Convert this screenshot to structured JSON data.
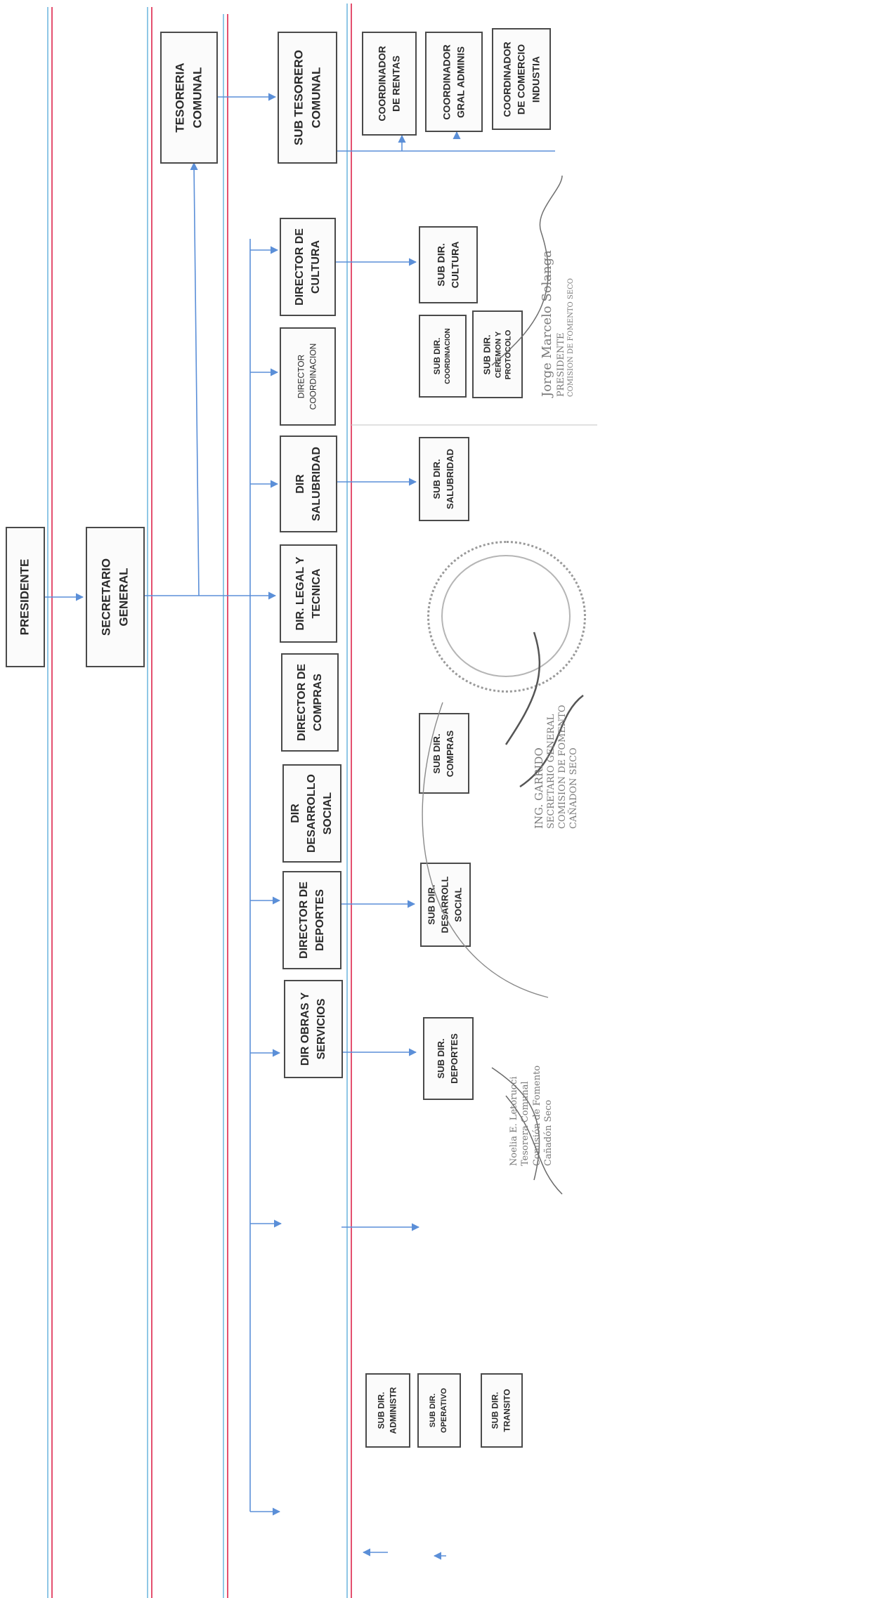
{
  "boxes": {
    "presidente": "PRESIDENTE",
    "secretario": [
      "SECRETARIO",
      "GENERAL"
    ],
    "tesoreria": [
      "TESORERIA",
      "COMUNAL"
    ],
    "sub_tesorero": [
      "SUB TESORERO",
      "COMUNAL"
    ],
    "coord_rentas": [
      "COORDINADOR",
      "DE RENTAS"
    ],
    "coord_gral": [
      "COORDINADOR",
      "GRAL ADMINIS"
    ],
    "coord_comercio": [
      "COORDINADOR",
      "DE COMERCIO",
      "INDUSTIA"
    ],
    "dir_cultura": [
      "DIRECTOR DE",
      "CULTURA"
    ],
    "sub_cultura": [
      "SUB DIR.",
      "CULTURA"
    ],
    "dir_coordinacion": [
      "DIRECTOR",
      "COORDINACION"
    ],
    "sub_coordinacion": [
      "SUB DIR.",
      "COORDINACION"
    ],
    "sub_ceremon": [
      "SUB DIR.",
      "CEREMON Y",
      "PROTOCOLO"
    ],
    "dir_salubridad": [
      "DIR",
      "SALUBRIDAD"
    ],
    "sub_salubridad": [
      "SUB DIR.",
      "SALUBRIDAD"
    ],
    "dir_legal": [
      "DIR. LEGAL Y",
      "TECNICA"
    ],
    "dir_compras": [
      "DIRECTOR DE",
      "COMPRAS"
    ],
    "sub_compras": [
      "SUB DIR.",
      "COMPRAS"
    ],
    "dir_desarrollo": [
      "DIR",
      "DESARROLLO",
      "SOCIAL"
    ],
    "sub_desarrollo": [
      "SUB DIR.",
      "DESARROLL",
      "SOCIAL"
    ],
    "dir_deportes": [
      "DIRECTOR DE",
      "DEPORTES"
    ],
    "sub_deportes": [
      "SUB DIR.",
      "DEPORTES"
    ],
    "dir_obras": [
      "DIR OBRAS Y",
      "SERVICIOS"
    ],
    "sub_administr": [
      "SUB DIR.",
      "ADMINISTR"
    ],
    "sub_operativo": [
      "SUB DIR.",
      "OPERATIVO"
    ],
    "sub_transito": [
      "SUB DIR.",
      "TRANSITO"
    ]
  },
  "signatures": {
    "sig1": [
      "Jorge Marcelo Solanga",
      "PRESIDENTE",
      "COMISION DE FOMENTO SECO"
    ],
    "sig2": [
      "ING. GARRIDO",
      "SECRETARIO GENERAL",
      "COMISION DE FOMENTO",
      "CAÑADON SECO"
    ],
    "sig3": [
      "Noelia E. Letorucci",
      "Tesorera Comunal",
      "Comisión de Fomento",
      "Cañadón Seco"
    ]
  },
  "colors": {
    "box_border": "#4a4a4a",
    "line_pink": "#e4506f",
    "line_blue": "#8fc7e6",
    "arrow": "#5b8fd8"
  }
}
